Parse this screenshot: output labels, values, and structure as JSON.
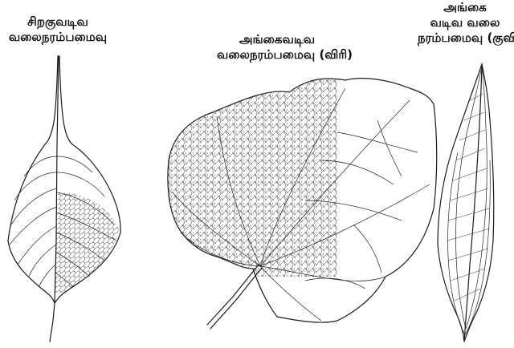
{
  "labels": {
    "leaf1": {
      "line1": "சிறகுவடிவ",
      "line2": "வலைநரம்பமைவு"
    },
    "leaf2": {
      "line1": "அங்கைவடிவ",
      "line2": "வலைநரம்பமைவு (விரி)"
    },
    "leaf3": {
      "line1": "அங்கை",
      "line2": "வடிவ வலை",
      "line3": "நரம்பமைவு (குவி)"
    }
  }
}
